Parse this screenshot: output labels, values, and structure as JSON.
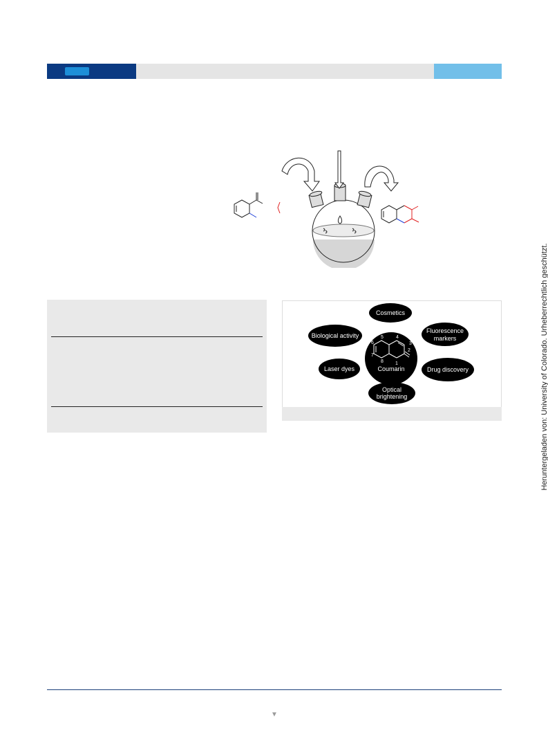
{
  "figure": {
    "center_label": "Coumarin",
    "ring_numbers": [
      "5",
      "4",
      "3",
      "2",
      "1",
      "6",
      "7",
      "8"
    ],
    "applications": [
      "Cosmetics",
      "Biological activity",
      "Fluorescence",
      "markers",
      "Laser dyes",
      "Drug discovery",
      "Optical",
      "brightening"
    ]
  },
  "side_note": "Heruntergeladen von: University of Colorado. Urheberrechtlich geschützt.",
  "footer": {
    "nav_icon": "triangle-down-icon",
    "nav_glyph": "▼"
  },
  "colors": {
    "header_dark": "#0b3a82",
    "header_accent": "#1d8fd8",
    "header_light": "#72bfe9",
    "bond_red": "#e02020",
    "bond_blue": "#1d3fd8"
  }
}
